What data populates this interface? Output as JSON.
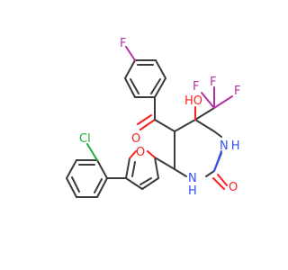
{
  "atoms": {
    "F_top": {
      "text": "F",
      "color": "#b0349e"
    },
    "O_ketone": {
      "text": "O",
      "color": "#ff2020"
    },
    "OH": {
      "text": "HO",
      "color": "#ff2020"
    },
    "F_cf3_top": {
      "text": "F",
      "color": "#b0349e"
    },
    "F_cf3_right": {
      "text": "F",
      "color": "#b0349e"
    },
    "F_cf3_left": {
      "text": "F",
      "color": "#b0349e"
    },
    "NH_upper": {
      "text": "N",
      "h": "H",
      "color": "#3050f8"
    },
    "NH_lower": {
      "text": "N",
      "h": "H",
      "color": "#3050f8"
    },
    "O_urea": {
      "text": "O",
      "color": "#ff2020"
    },
    "O_furan": {
      "text": "O",
      "color": "#ff2020"
    },
    "Cl": {
      "text": "Cl",
      "color": "#1ab33a"
    }
  }
}
